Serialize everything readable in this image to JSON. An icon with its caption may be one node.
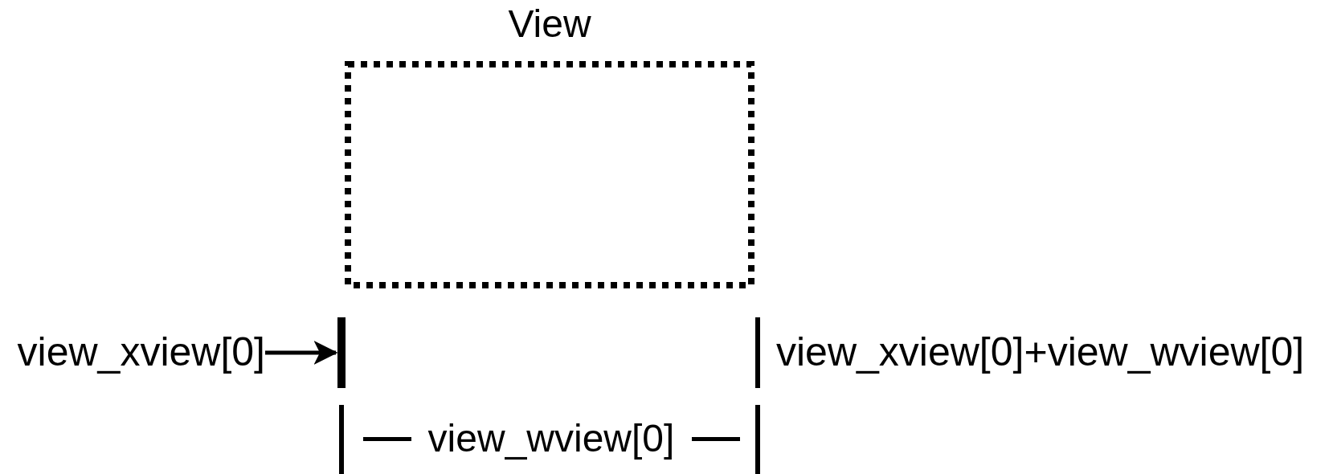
{
  "diagram": {
    "nodes": [
      {
        "text": [
          "View"
        ]
      },
      {
        "text": [
          "view_xview[0]"
        ]
      },
      {
        "text": [],
        "shape": "bar"
      }
    ],
    "edges": [
      {
        "from": 1,
        "to": 2,
        "arrow": "to"
      }
    ],
    "labels": [
      "view_xview[0]+view_wview[0]",
      "view_wview[0]"
    ]
  }
}
